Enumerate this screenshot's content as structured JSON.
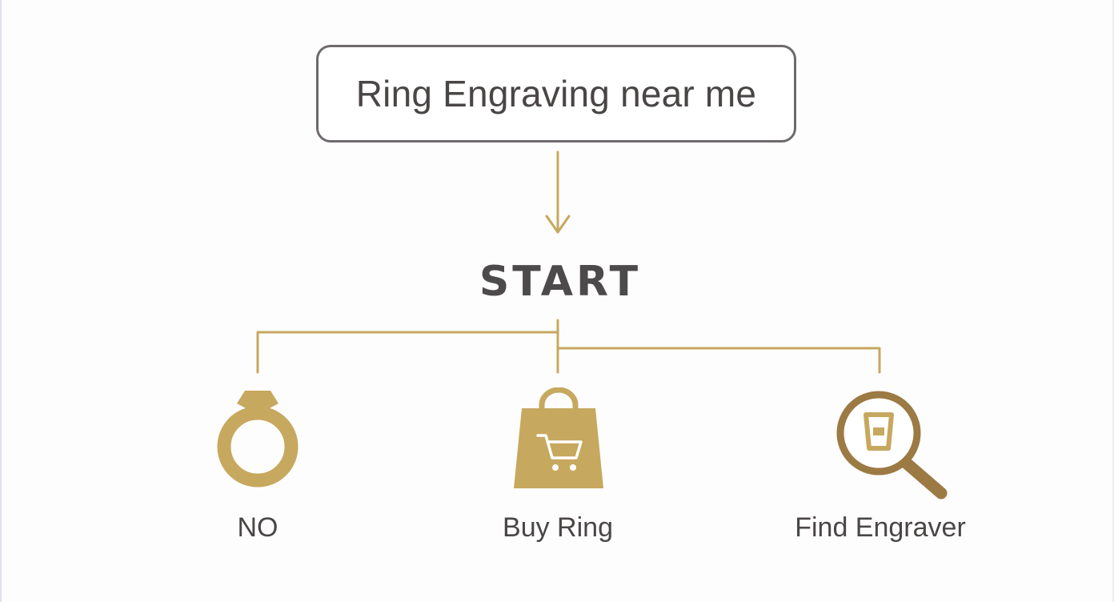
{
  "query": {
    "text": "Ring Engraving near me"
  },
  "start": {
    "label": "START"
  },
  "options": [
    {
      "label": "NO",
      "icon": "ring-icon"
    },
    {
      "label": "Buy Ring",
      "icon": "shopping-bag-cart-icon"
    },
    {
      "label": "Find Engraver",
      "icon": "magnifier-cup-icon"
    }
  ],
  "colors": {
    "accent_gold": "#c7a85f",
    "dark_gold": "#9c7a44",
    "text_dark": "#4a4646",
    "box_border": "#6e6a6e",
    "background": "#fdfdfd"
  }
}
